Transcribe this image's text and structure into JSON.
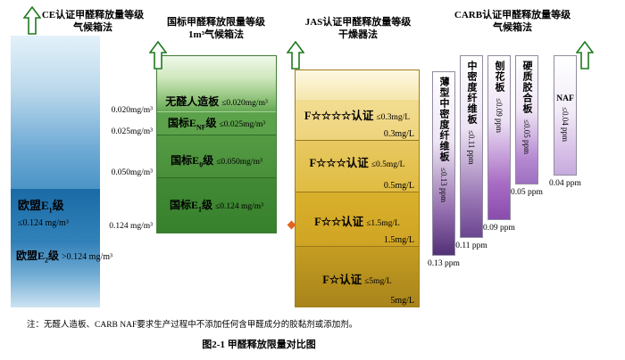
{
  "palette": {
    "ce_blue": "#2e7db6",
    "gb_green": "#4a8f3a",
    "jas_gold": "#d3a827",
    "carb_purple": "#6b4691",
    "arrow_green": "#1f7a1f",
    "marker_orange": "#e2641f"
  },
  "ce": {
    "header1": "CE认证甲醛释放量等级",
    "header2": "气候箱法",
    "scale": [
      "0.020mg/m³",
      "0.025mg/m³",
      "0.050mg/m³",
      "0.124 mg/m³"
    ],
    "e1": {
      "pre": "欧盟E",
      "sub": "1",
      "post": "级",
      "limit": "≤0.124 mg/m³"
    },
    "e2": {
      "pre": "欧盟E",
      "sub": "2",
      "post": "级",
      "limit": ">0.124 mg/m³"
    }
  },
  "gb": {
    "header1": "国标甲醛释放限量等级",
    "header2": "1m³气候箱法",
    "nf": {
      "label": "无醛人造板",
      "limit": "≤0.020mg/m³"
    },
    "enf": {
      "pre": "国标E",
      "sub": "NF",
      "post": "级",
      "limit": "≤0.025mg/m³"
    },
    "e0": {
      "pre": "国标E",
      "sub": "0",
      "post": "级",
      "limit": "≤0.050mg/m³"
    },
    "e1": {
      "pre": "国标E",
      "sub": "1",
      "post": "级",
      "limit": "≤0.124 mg/m³"
    }
  },
  "jas": {
    "header1": "JAS认证甲醛释放量等级",
    "header2": "干燥器法",
    "grades": [
      {
        "label": "F☆☆☆☆认证",
        "limit": "≤0.3mg/L",
        "tick": "0.3mg/L"
      },
      {
        "label": "F☆☆☆认证",
        "limit": "≤0.5mg/L",
        "tick": "0.5mg/L"
      },
      {
        "label": "F☆☆认证",
        "limit": "≤1.5mg/L",
        "tick": "1.5mg/L"
      },
      {
        "label": "F☆认证",
        "limit": "≤5mg/L",
        "tick": "5mg/L"
      }
    ]
  },
  "carb": {
    "header1": "CARB认证甲醛释放量等级",
    "header2": "气候箱法",
    "bars": [
      {
        "name": "薄型中密度纤维板",
        "limit": "≤0.13 ppm",
        "value": "0.13 ppm"
      },
      {
        "name": "中密度纤维板",
        "limit": "≤0.11 ppm",
        "value": "0.11 ppm"
      },
      {
        "name": "刨花板",
        "limit": "≤0.09 ppm",
        "value": "0.09 ppm"
      },
      {
        "name": "硬质胶合板",
        "limit": "≤0.05 ppm",
        "value": "0.05 ppm"
      },
      {
        "name": "NAF",
        "limit": "≤0.04 ppm",
        "value": "0.04 ppm"
      }
    ]
  },
  "note": "注：无醛人造板、CARB NAF要求生产过程中不添加任何含甲醛成分的胶黏剂或添加剂。",
  "caption": "图2-1 甲醛释放限量对比图",
  "chart_data": {
    "type": "bar",
    "title": "图2-1 甲醛释放限量对比图",
    "note": "注：无醛人造板、CARB NAF要求生产过程中不添加任何含甲醛成分的胶黏剂或添加剂。",
    "groups": [
      {
        "standard": "CE认证甲醛释放量等级",
        "method": "气候箱法",
        "unit": "mg/m³",
        "scale_marks": [
          0.02,
          0.025,
          0.05,
          0.124
        ],
        "grades": [
          {
            "grade": "欧盟E1级",
            "operator": "≤",
            "limit": 0.124
          },
          {
            "grade": "欧盟E2级",
            "operator": ">",
            "limit": 0.124
          }
        ]
      },
      {
        "standard": "国标甲醛释放限量等级",
        "method": "1m³气候箱法",
        "unit": "mg/m³",
        "grades": [
          {
            "grade": "无醛人造板",
            "operator": "≤",
            "limit": 0.02
          },
          {
            "grade": "国标ENF级",
            "operator": "≤",
            "limit": 0.025
          },
          {
            "grade": "国标E0级",
            "operator": "≤",
            "limit": 0.05
          },
          {
            "grade": "国标E1级",
            "operator": "≤",
            "limit": 0.124
          }
        ]
      },
      {
        "standard": "JAS认证甲醛释放量等级",
        "method": "干燥器法",
        "unit": "mg/L",
        "grades": [
          {
            "grade": "F☆☆☆☆认证",
            "operator": "≤",
            "limit": 0.3
          },
          {
            "grade": "F☆☆☆认证",
            "operator": "≤",
            "limit": 0.5
          },
          {
            "grade": "F☆☆认证",
            "operator": "≤",
            "limit": 1.5
          },
          {
            "grade": "F☆认证",
            "operator": "≤",
            "limit": 5
          }
        ]
      },
      {
        "standard": "CARB认证甲醛释放量等级",
        "method": "气候箱法",
        "unit": "ppm",
        "grades": [
          {
            "grade": "薄型中密度纤维板",
            "operator": "≤",
            "limit": 0.13
          },
          {
            "grade": "中密度纤维板",
            "operator": "≤",
            "limit": 0.11
          },
          {
            "grade": "刨花板",
            "operator": "≤",
            "limit": 0.09
          },
          {
            "grade": "硬质胶合板",
            "operator": "≤",
            "limit": 0.05
          },
          {
            "grade": "NAF",
            "operator": "≤",
            "limit": 0.04
          }
        ]
      }
    ]
  }
}
